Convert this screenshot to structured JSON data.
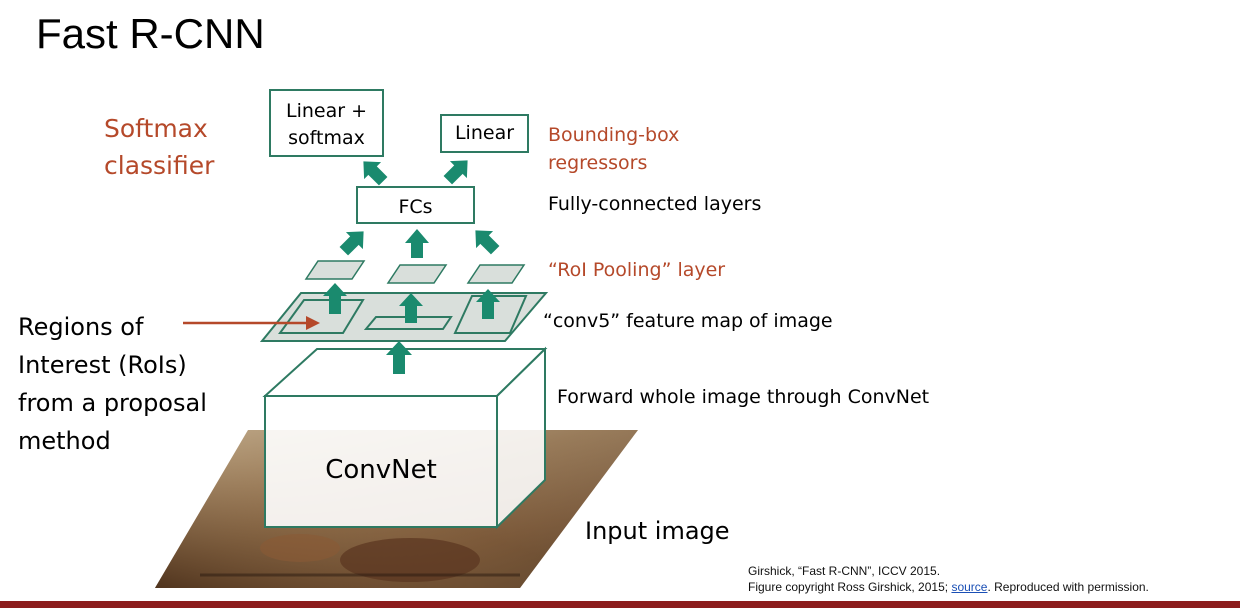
{
  "title": "Fast R-CNN",
  "labels": {
    "softmax_classifier": [
      "Softmax",
      "classifier"
    ],
    "bbox_regressors": [
      "Bounding-box",
      "regressors"
    ],
    "fully_connected": "Fully-connected layers",
    "roi_pooling": "“RoI Pooling” layer",
    "conv5": "“conv5” feature map of image",
    "forward": "Forward whole image through ConvNet",
    "input_image": "Input image",
    "rois": [
      "Regions of",
      "Interest (RoIs)",
      "from a proposal",
      "method"
    ]
  },
  "boxes": {
    "linear_softmax": [
      "Linear +",
      "softmax"
    ],
    "linear": "Linear",
    "fcs": "FCs",
    "convnet": "ConvNet"
  },
  "citation": {
    "line1": "Girshick, “Fast R-CNN”, ICCV 2015.",
    "line2_prefix": "Figure copyright Ross Girshick, 2015;",
    "link": "source",
    "line2_suffix": ". Reproduced with permission."
  },
  "colors": {
    "accent_green": "#1a8a6e",
    "box_border": "#2e7a62",
    "plane_fill": "#d9dfdb",
    "label_red": "#b5492a",
    "footer_bar": "#8c1d1d"
  }
}
